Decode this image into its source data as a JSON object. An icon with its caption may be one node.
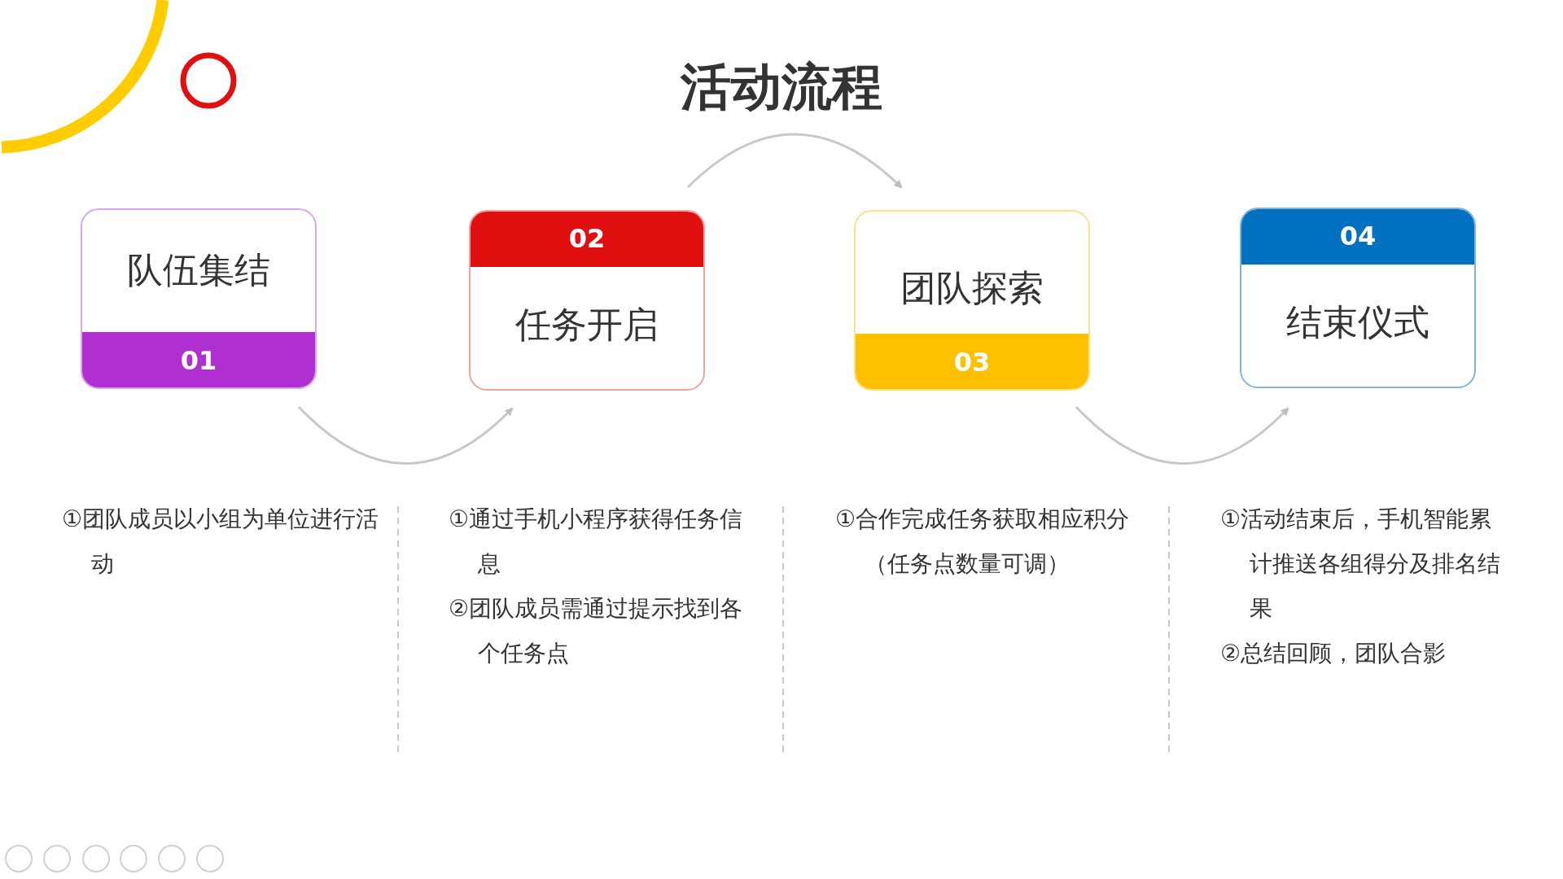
{
  "diagram": {
    "title": "活动流程",
    "nodes": [
      {
        "text": [
          "队伍集结",
          "01"
        ]
      },
      {
        "text": [
          "02",
          "任务开启"
        ]
      },
      {
        "text": [
          "团队探索",
          "03"
        ]
      },
      {
        "text": [
          "04",
          "结束仪式"
        ]
      }
    ],
    "edges": [
      {
        "from": 0,
        "to": 1,
        "arrow": "to"
      },
      {
        "from": 1,
        "to": 2,
        "arrow": "to"
      },
      {
        "from": 2,
        "to": 3,
        "arrow": "to"
      }
    ],
    "labels": [
      "①团队成员以小组为单位进行活动",
      "①通过手机小程序获得任务信息",
      "②团队成员需通过提示找到各个任务点",
      "①合作完成任务获取相应积分（任务点数量可调）",
      "①活动结束后，手机智能累计推送各组得分及排名结果",
      "②总结回顾，团队合影"
    ]
  }
}
